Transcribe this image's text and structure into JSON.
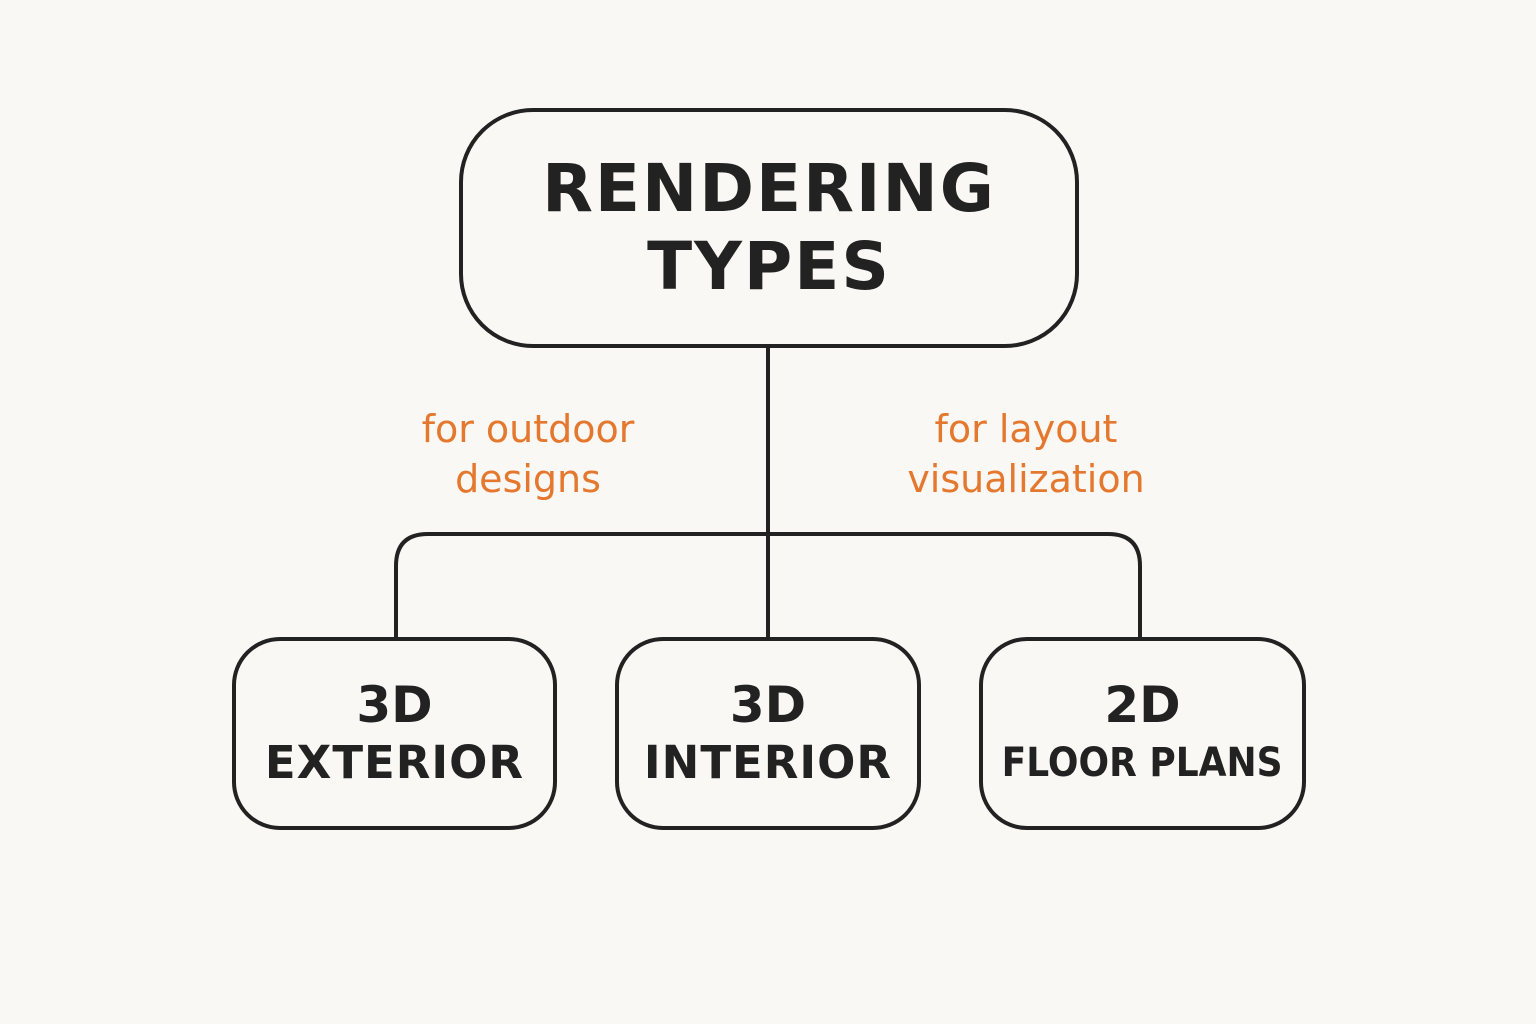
{
  "diagram": {
    "root": {
      "line1": "RENDERING",
      "line2": "TYPES"
    },
    "children": [
      {
        "line1": "3D",
        "line2": "EXTERIOR"
      },
      {
        "line1": "3D",
        "line2": "INTERIOR"
      },
      {
        "line1": "2D",
        "line2": "FLOOR PLANS"
      }
    ],
    "annotations": {
      "left": {
        "line1": "for outdoor",
        "line2": "designs"
      },
      "right": {
        "line1": "for layout",
        "line2": "visualization"
      }
    }
  },
  "colors": {
    "background": "#f9f8f4",
    "stroke": "#222222",
    "text": "#222222",
    "annotation": "#e5782f"
  }
}
